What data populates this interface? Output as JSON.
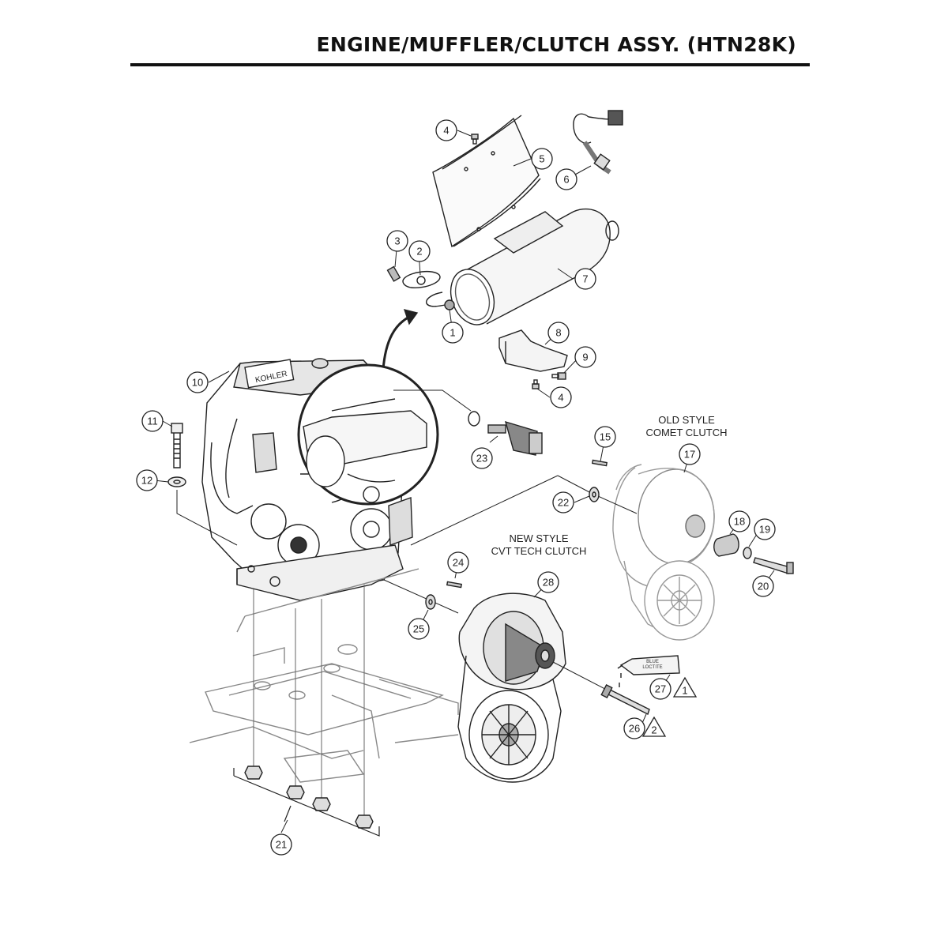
{
  "title": "ENGINE/MUFFLER/CLUTCH ASSY. (HTN28K)",
  "labels": {
    "old_style_line1": "OLD STYLE",
    "old_style_line2": "COMET CLUTCH",
    "new_style_line1": "NEW STYLE",
    "new_style_line2": "CVT TECH CLUTCH",
    "kohler": "KOHLER",
    "loctite_line1": "BLUE",
    "loctite_line2": "LOCTITE"
  },
  "callouts": {
    "c1": "1",
    "c2": "2",
    "c3": "3",
    "c4a": "4",
    "c4b": "4",
    "c5": "5",
    "c6": "6",
    "c7": "7",
    "c8": "8",
    "c9": "9",
    "c10": "10",
    "c11": "11",
    "c12": "12",
    "c15": "15",
    "c17": "17",
    "c18": "18",
    "c19": "19",
    "c20": "20",
    "c21": "21",
    "c22": "22",
    "c23": "23",
    "c24": "24",
    "c25": "25",
    "c26": "26",
    "c27": "27",
    "c28": "28"
  },
  "warnings": {
    "w1": "1",
    "w2": "2"
  }
}
